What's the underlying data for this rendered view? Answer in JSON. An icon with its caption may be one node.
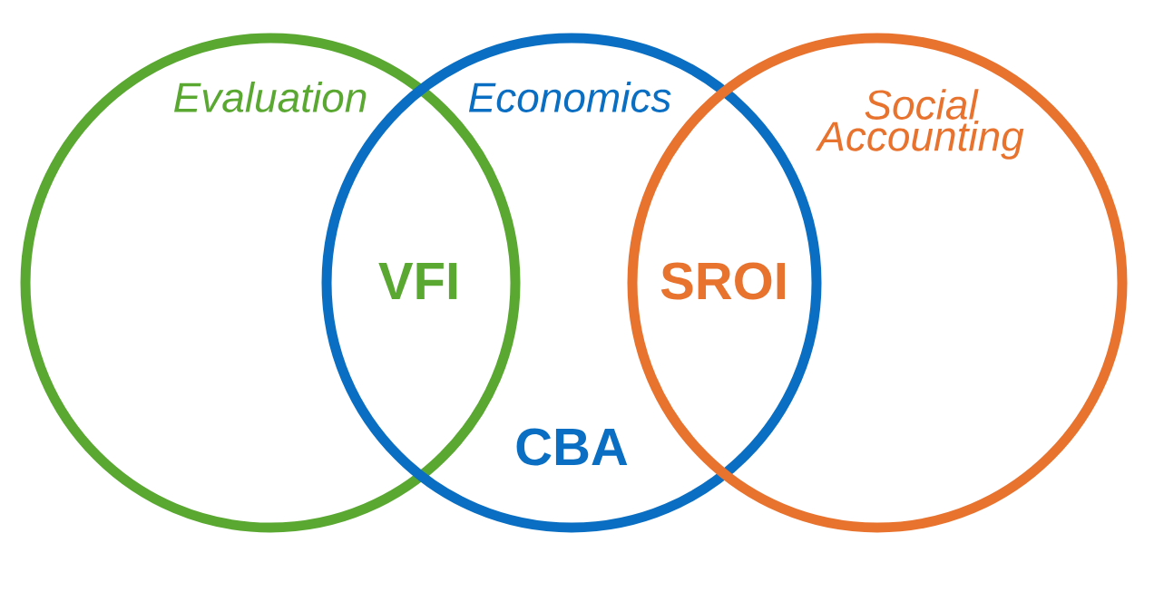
{
  "diagram": {
    "nodes": [
      {
        "text": [
          "Evaluation"
        ]
      },
      {
        "text": [
          "Economics",
          "CBA"
        ]
      },
      {
        "text": [
          "Social Accounting"
        ]
      }
    ],
    "labels": [
      "VFI",
      "SROI"
    ]
  }
}
